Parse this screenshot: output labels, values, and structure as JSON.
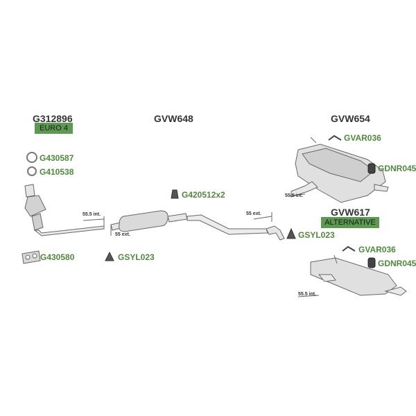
{
  "parts": {
    "catalyst": {
      "code": "G312896",
      "badge": "EURO 4"
    },
    "middle": {
      "code": "GVW648"
    },
    "rear": {
      "code": "GVW654"
    },
    "rear_alt": {
      "code": "GVW617",
      "badge": "ALTERNATIVE"
    }
  },
  "accessories": {
    "g430587": "G430587",
    "g410538": "G410538",
    "g430580": "G430580",
    "gsyl_left": "GSYL023",
    "g420512": "G420512x2",
    "gsyl_right": "GSYL023",
    "gvar_top": "GVAR036",
    "gdnr_top": "GDNR045",
    "gvar_alt": "GVAR036",
    "gdnr_alt": "GDNR045"
  },
  "dimensions": {
    "d1": "55.5 int.",
    "d2": "55 ext.",
    "d3": "55 ext.",
    "d4": "55.5 int.",
    "d5": "55.5 int."
  },
  "colors": {
    "code_green": "#4e8a3c",
    "badge_green": "#5b9a4f",
    "badge_dark": "#2f5f2a",
    "title": "#333333"
  }
}
